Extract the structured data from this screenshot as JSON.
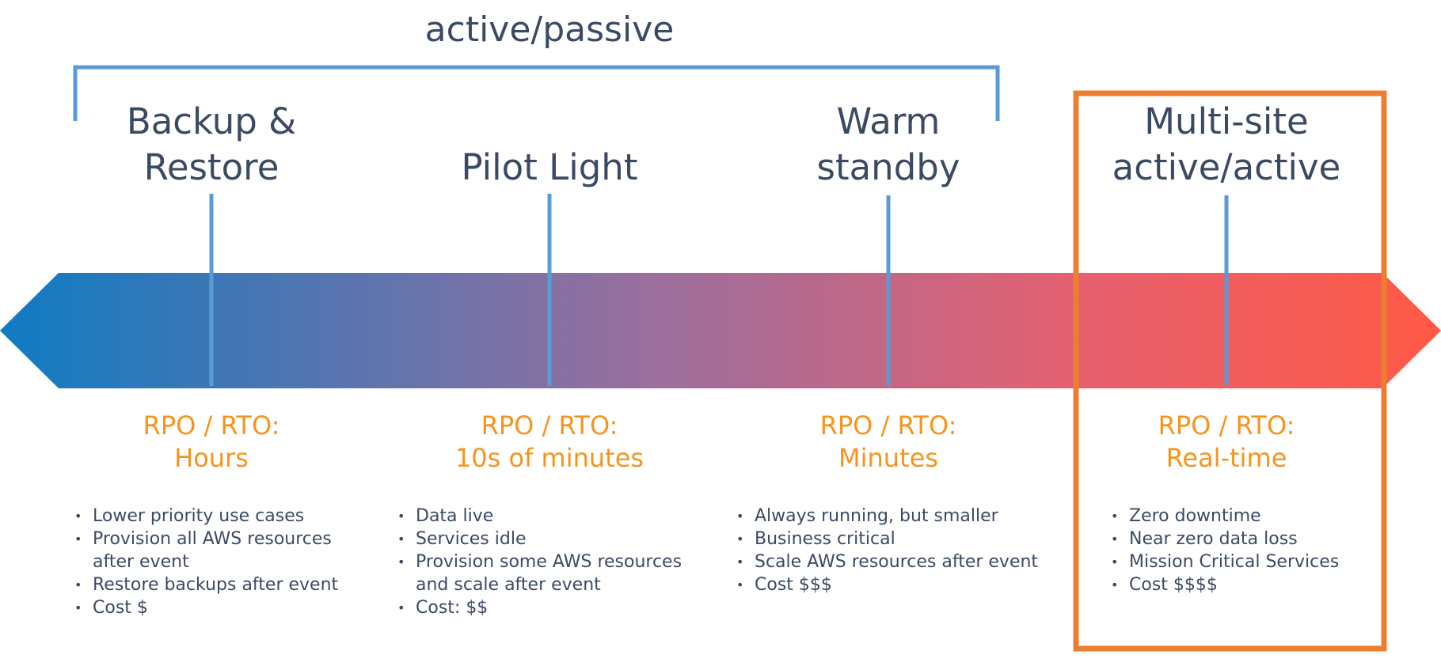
{
  "group": {
    "label": "active/passive",
    "color": "#5b9bd5"
  },
  "arrow": {
    "gradient_start": "#0f7bc2",
    "gradient_end": "#ff5a45"
  },
  "highlight": {
    "color": "#ed7d31",
    "strategy": "Multi-site active/active"
  },
  "strategies": [
    {
      "title_lines": [
        "Backup &",
        "Restore"
      ],
      "rpo_label": "RPO / RTO:",
      "rpo_value": "Hours",
      "bullets": [
        "Lower priority use cases",
        "Provision all AWS resources",
        "after event",
        "Restore backups after event",
        "Cost $"
      ]
    },
    {
      "title_lines": [
        "Pilot Light"
      ],
      "rpo_label": "RPO / RTO:",
      "rpo_value": "10s of minutes",
      "bullets": [
        "Data live",
        "Services idle",
        "Provision some AWS resources",
        "and scale after event",
        "Cost: $$"
      ]
    },
    {
      "title_lines": [
        "Warm",
        "standby"
      ],
      "rpo_label": "RPO / RTO:",
      "rpo_value": "Minutes",
      "bullets": [
        "Always running, but smaller",
        "Business critical",
        "Scale AWS resources after event",
        "Cost $$$"
      ]
    },
    {
      "title_lines": [
        "Multi-site",
        "active/active"
      ],
      "rpo_label": "RPO / RTO:",
      "rpo_value": "Real-time",
      "bullets": [
        "Zero downtime",
        "Near zero data loss",
        "Mission Critical Services",
        "Cost $$$$"
      ]
    }
  ]
}
